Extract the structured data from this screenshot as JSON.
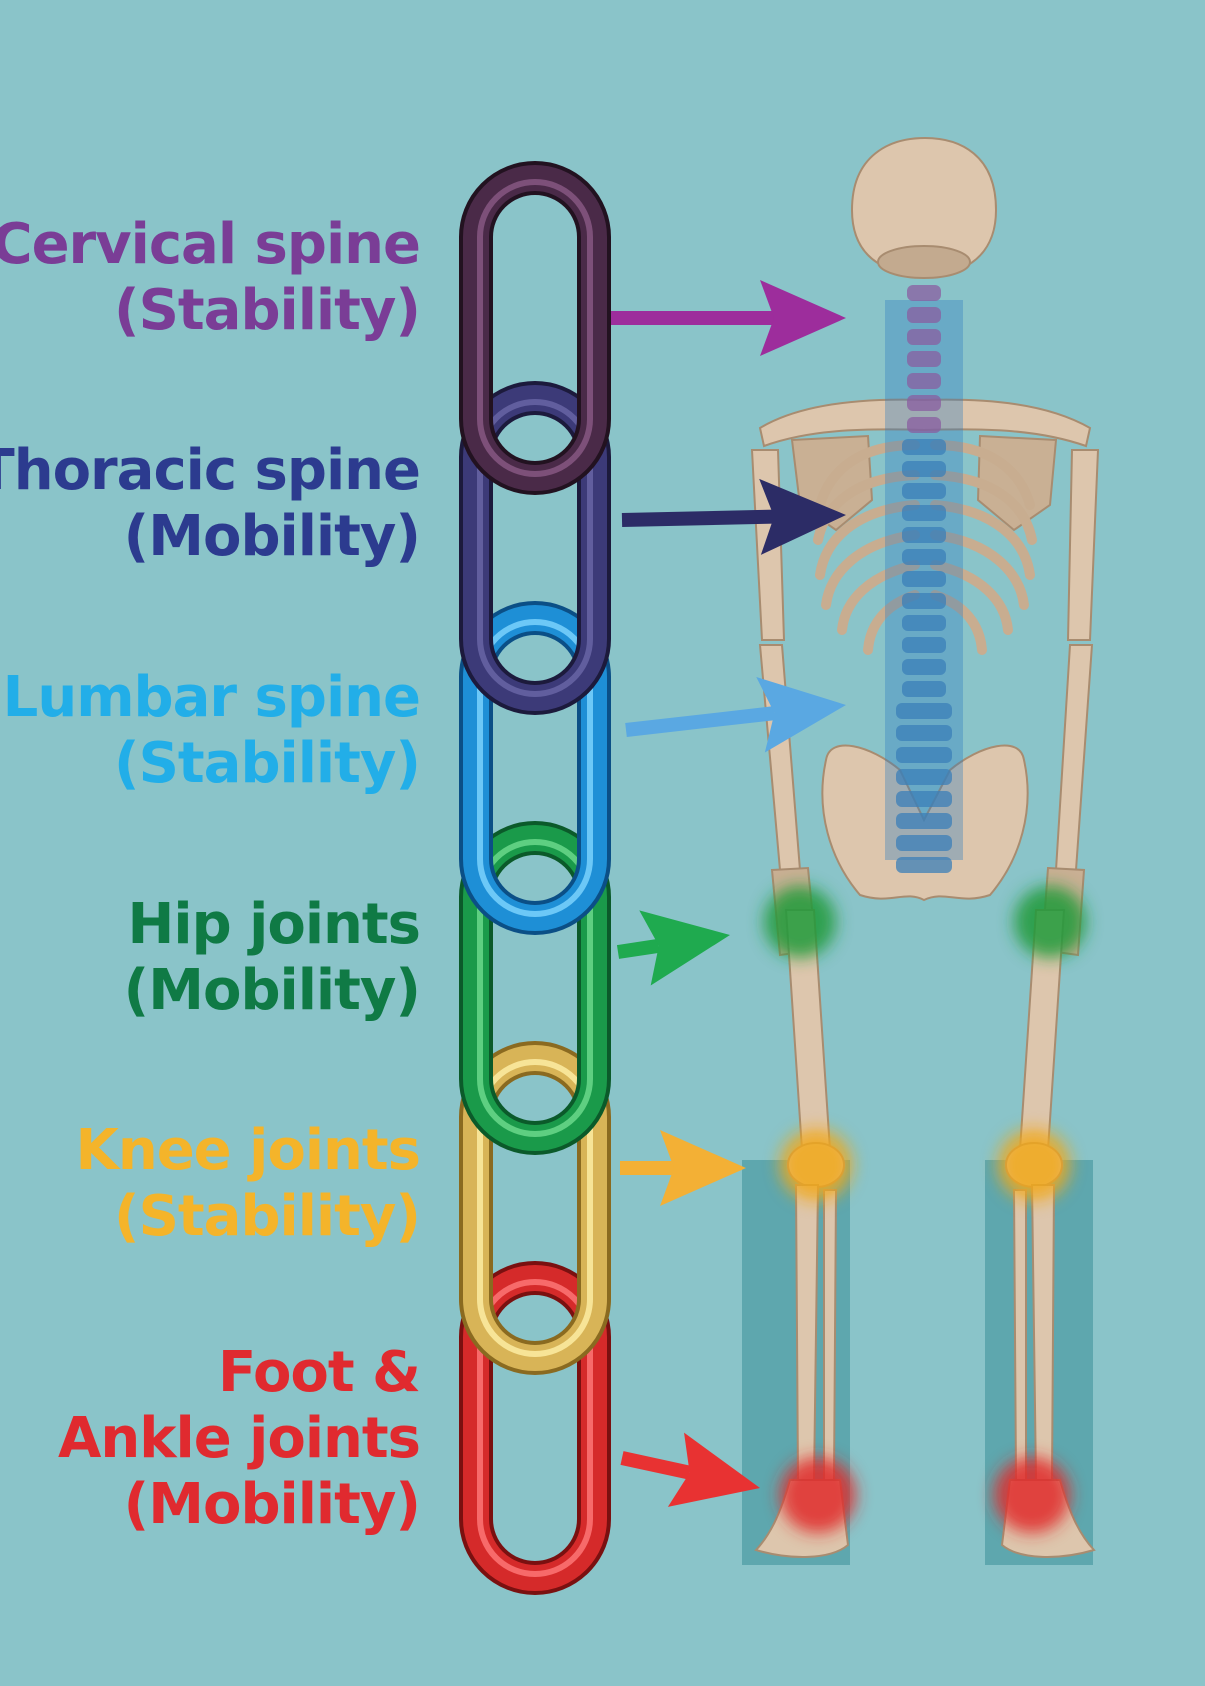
{
  "labels": [
    {
      "lines": [
        "Cervical spine",
        "(Stability)"
      ],
      "color": "#7a3d96"
    },
    {
      "lines": [
        "Thoracic spine",
        "(Mobility)"
      ],
      "color": "#2c3b8f"
    },
    {
      "lines": [
        "Lumbar spine",
        "(Stability)"
      ],
      "color": "#22aee8"
    },
    {
      "lines": [
        "Hip joints",
        "(Mobility)"
      ],
      "color": "#0f7a45"
    },
    {
      "lines": [
        "Knee joints",
        "(Stability)"
      ],
      "color": "#f4b42a"
    },
    {
      "lines": [
        "Foot &",
        "Ankle joints",
        "(Mobility)"
      ],
      "color": "#e02a2f"
    }
  ],
  "arrow_colors": [
    "#9d2d9c",
    "#2c2c66",
    "#5aa8e2",
    "#1faa4f",
    "#f3b035",
    "#e83232"
  ],
  "link_colors": [
    {
      "base": "#4a2a48",
      "light": "#8a5a86",
      "dark": "#221220"
    },
    {
      "base": "#3c3a78",
      "light": "#6a68a8",
      "dark": "#1c1a3c"
    },
    {
      "base": "#1e8fd6",
      "light": "#7fd6ff",
      "dark": "#0b4f86"
    },
    {
      "base": "#1a9a4a",
      "light": "#6fdc8f",
      "dark": "#0b5a2a"
    },
    {
      "base": "#d8b457",
      "light": "#fff0a8",
      "dark": "#8a6a20"
    },
    {
      "base": "#d52a2a",
      "light": "#ff7a7a",
      "dark": "#7a1010"
    }
  ],
  "joint_glow": {
    "hip": "#1e9a3a",
    "knee": "#f1a81a",
    "ankle": "#e0282b",
    "cervical": "#8a3fa0",
    "spine": "#1f6fb8"
  }
}
